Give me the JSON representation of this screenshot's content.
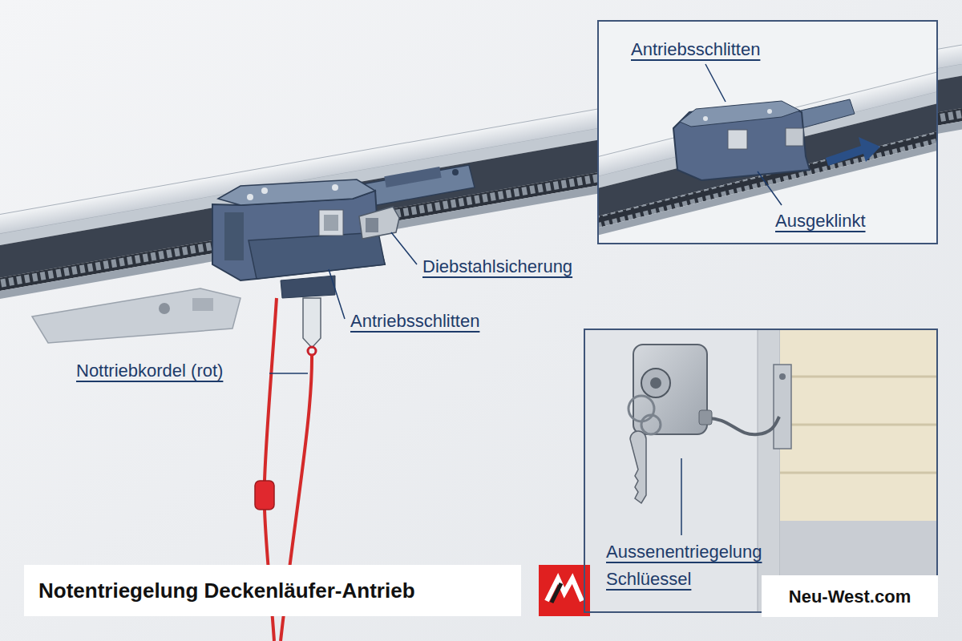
{
  "diagram": {
    "title": "Notentriegelung Deckenläufer-Antrieb",
    "nodes": [
      {
        "text": [
          "Antriebsschlitten",
          "Ausgeklinkt"
        ]
      },
      {
        "text": [
          "Aussenentriegelung Schlüessel"
        ]
      }
    ],
    "labels": [
      "Diebstahlsicherung",
      "Antriebsschlitten",
      "Nottriebkordel (rot)",
      "Neu-West.com"
    ]
  }
}
